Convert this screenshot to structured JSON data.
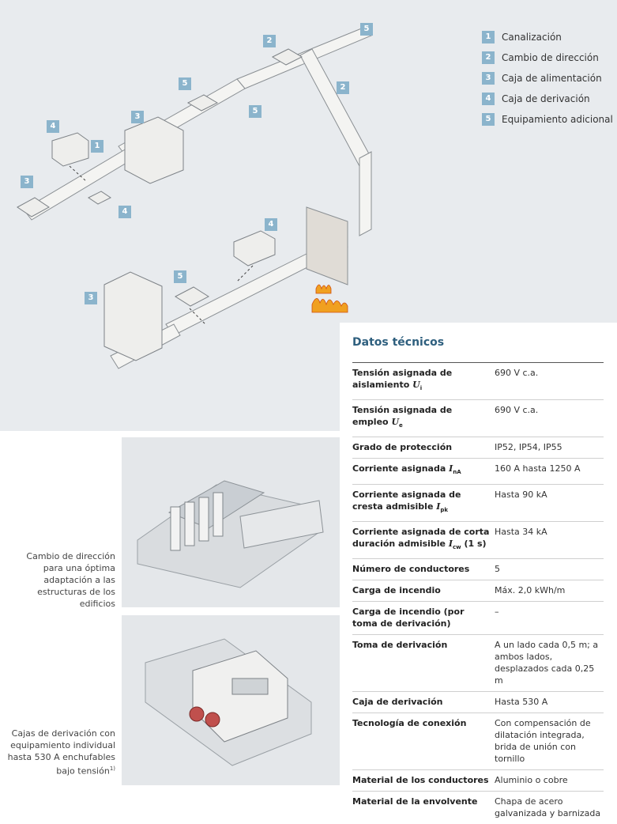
{
  "legend": [
    {
      "num": "1",
      "label": "Canalización"
    },
    {
      "num": "2",
      "label": "Cambio de dirección"
    },
    {
      "num": "3",
      "label": "Caja de alimentación"
    },
    {
      "num": "4",
      "label": "Caja de derivación"
    },
    {
      "num": "5",
      "label": "Equipamiento adicional"
    }
  ],
  "diagram_badges": [
    "5",
    "2",
    "2",
    "5",
    "5",
    "3",
    "4",
    "1",
    "3",
    "4",
    "4",
    "5",
    "3"
  ],
  "technical": {
    "title": "Datos técnicos",
    "rows": [
      {
        "key": "Tensión asignada de aislamiento",
        "sym": "U",
        "sub": "i",
        "suffix": "",
        "value": "690 V c.a."
      },
      {
        "key": "Tensión asignada de empleo",
        "sym": "U",
        "sub": "e",
        "suffix": "",
        "value": "690 V c.a."
      },
      {
        "key": "Grado de protección",
        "sym": "",
        "sub": "",
        "suffix": "",
        "value": "IP52, IP54, IP55"
      },
      {
        "key": "Corriente asignada",
        "sym": "I",
        "sub": "nA",
        "suffix": "",
        "value": "160 A hasta 1250 A"
      },
      {
        "key": "Corriente asignada de cresta admisible",
        "sym": "I",
        "sub": "pk",
        "suffix": "",
        "value": "Hasta 90 kA"
      },
      {
        "key": "Corriente asignada de corta duración admisible",
        "sym": "I",
        "sub": "cw",
        "suffix": " (1 s)",
        "value": "Hasta 34 kA"
      },
      {
        "key": "Número de conductores",
        "sym": "",
        "sub": "",
        "suffix": "",
        "value": "5"
      },
      {
        "key": "Carga de incendio",
        "sym": "",
        "sub": "",
        "suffix": "",
        "value": "Máx. 2,0 kWh/m"
      },
      {
        "key": "Carga de incendio (por toma de derivación)",
        "sym": "",
        "sub": "",
        "suffix": "",
        "value": "–"
      },
      {
        "key": "Toma de derivación",
        "sym": "",
        "sub": "",
        "suffix": "",
        "value": "A un lado cada 0,5 m; a ambos lados, desplazados cada 0,25 m"
      },
      {
        "key": "Caja de derivación",
        "sym": "",
        "sub": "",
        "suffix": "",
        "value": "Hasta 530 A"
      },
      {
        "key": "Tecnología de conexión",
        "sym": "",
        "sub": "",
        "suffix": "",
        "value": "Con compensación de dilatación integrada, brida de unión con tornillo"
      },
      {
        "key": "Material de los conductores",
        "sym": "",
        "sub": "",
        "suffix": "",
        "value": "Aluminio o cobre"
      },
      {
        "key": "Material de la envolvente",
        "sym": "",
        "sub": "",
        "suffix": "",
        "value": "Chapa de acero galvanizada y barnizada"
      }
    ]
  },
  "captions": {
    "photo1": "Cambio de dirección para una óptima adaptación a las estructuras de los edificios",
    "photo2": "Cajas de derivación con equipamiento individual hasta 530 A enchufables bajo tensión",
    "photo2_sup": "1)"
  }
}
